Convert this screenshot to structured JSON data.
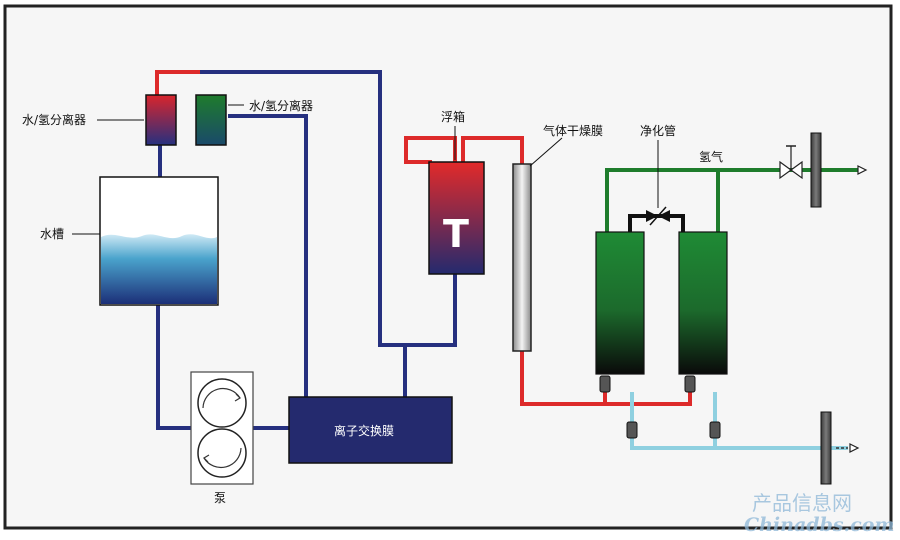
{
  "labels": {
    "separator_left": "水/氢分离器",
    "separator_right": "水/氢分离器",
    "water_tank": "水槽",
    "float_tank": "浮箱",
    "gas_dry_membrane": "气体干燥膜",
    "purifier_tube": "净化管",
    "hydrogen": "氢气",
    "ion_exchange_membrane": "离子交换膜",
    "pump": "泵"
  },
  "float_tank_symbol": "T",
  "watermark": {
    "cn": "产品信息网",
    "en": "Chinadbs.com"
  },
  "colors": {
    "red_line": "#dd2a2a",
    "blue_line": "#26307f",
    "green_line": "#1e7c2c",
    "cyan_line": "#8fd0e0",
    "ion_box": "#242a6e",
    "frame": "#222222",
    "background": "#f6f6f6"
  },
  "icons": [
    "pump-rotor-icon",
    "valve-icon",
    "outlet-arrow-icon"
  ]
}
